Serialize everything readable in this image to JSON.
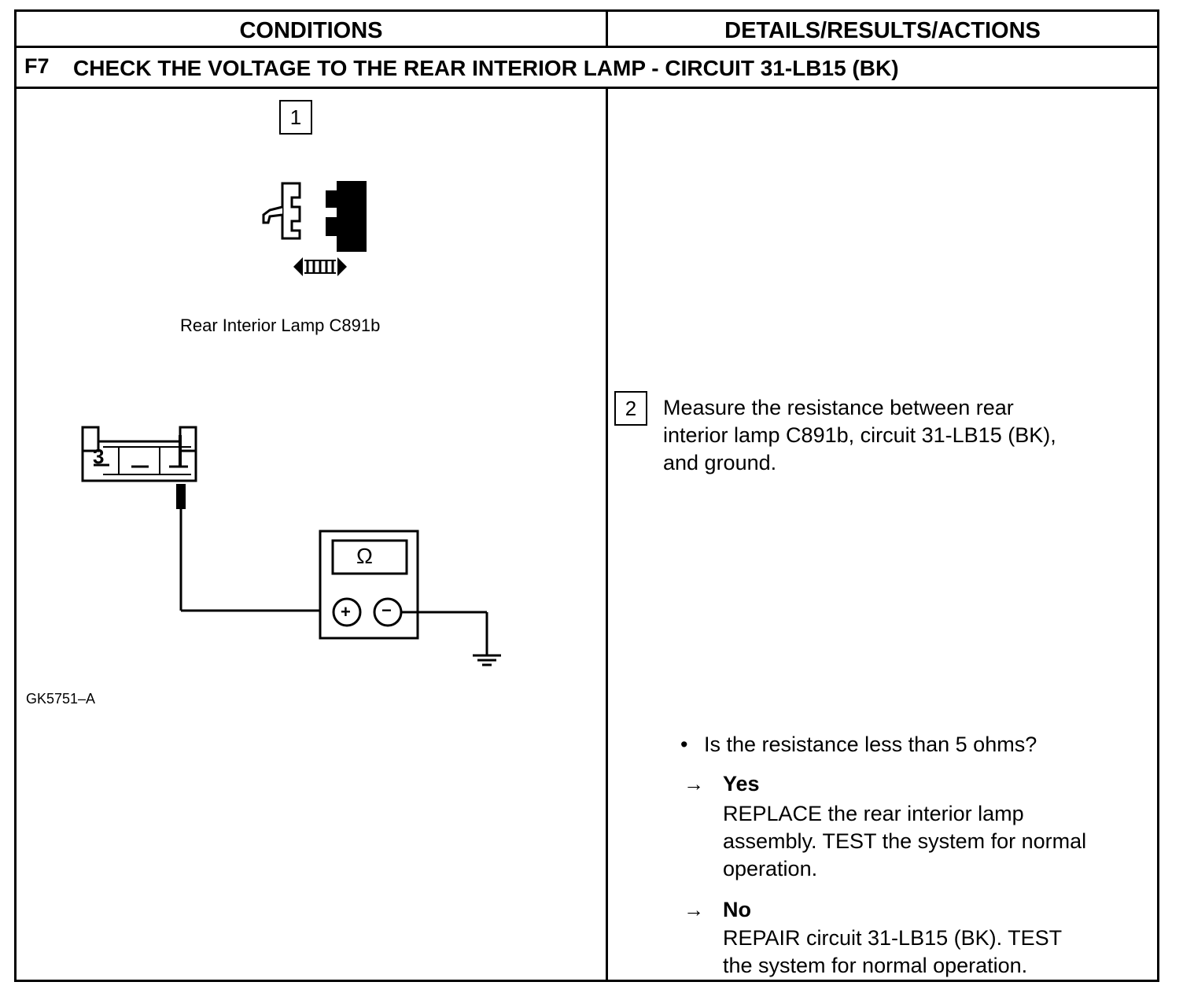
{
  "header": {
    "conditions_label": "CONDITIONS",
    "details_label": "DETAILS/RESULTS/ACTIONS"
  },
  "step": {
    "id": "F7",
    "title": "CHECK THE VOLTAGE TO THE REAR INTERIOR LAMP - CIRCUIT 31-LB15 (BK)"
  },
  "conditions": {
    "step1_number": "1",
    "connector_caption": "Rear Interior Lamp C891b",
    "pin_label": "3",
    "meter_symbol": "Ω",
    "plus_symbol": "+",
    "minus_symbol": "−",
    "figure_id": "GK5751–A"
  },
  "details": {
    "step2_number": "2",
    "step2_lines": [
      "Measure the resistance between rear",
      "interior lamp C891b, circuit 31-LB15 (BK),",
      "and ground."
    ],
    "bullet_symbol": "•",
    "question": "Is the resistance less than 5 ohms?",
    "arrow_symbol": "→",
    "yes_label": "Yes",
    "yes_lines": [
      "REPLACE the rear interior lamp",
      "assembly. TEST the system for normal",
      "operation."
    ],
    "no_label": "No",
    "no_lines": [
      "REPAIR circuit 31-LB15 (BK). TEST",
      "the system for normal operation."
    ]
  }
}
